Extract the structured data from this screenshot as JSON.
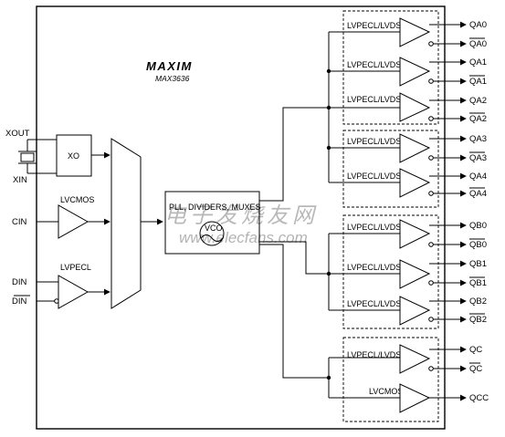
{
  "brand": {
    "logo": "MAXIM",
    "part": "MAX3636"
  },
  "inputs": {
    "xout": "XOUT",
    "xin": "XIN",
    "cin": "CIN",
    "din": "DIN",
    "din_bar": "DIN"
  },
  "blocks": {
    "xo": "XO",
    "lvcmos_in": "LVCMOS",
    "lvpecl_in": "LVPECL",
    "pll": "PLL, DIVIDERS, MUXES",
    "vco": "VCO"
  },
  "buffers": {
    "lvpecl_lvds": "LVPECL/LVDS",
    "lvcmos": "LVCMOS"
  },
  "outputs": {
    "qa0": "QA0",
    "qa0_bar": "QA0",
    "qa1": "QA1",
    "qa1_bar": "QA1",
    "qa2": "QA2",
    "qa2_bar": "QA2",
    "qa3": "QA3",
    "qa3_bar": "QA3",
    "qa4": "QA4",
    "qa4_bar": "QA4",
    "qb0": "QB0",
    "qb0_bar": "QB0",
    "qb1": "QB1",
    "qb1_bar": "QB1",
    "qb2": "QB2",
    "qb2_bar": "QB2",
    "qc": "QC",
    "qc_bar": "QC",
    "qcc": "QCC"
  },
  "watermark": {
    "cn": "电子发烧友网",
    "url": "www.elecfans.com"
  }
}
